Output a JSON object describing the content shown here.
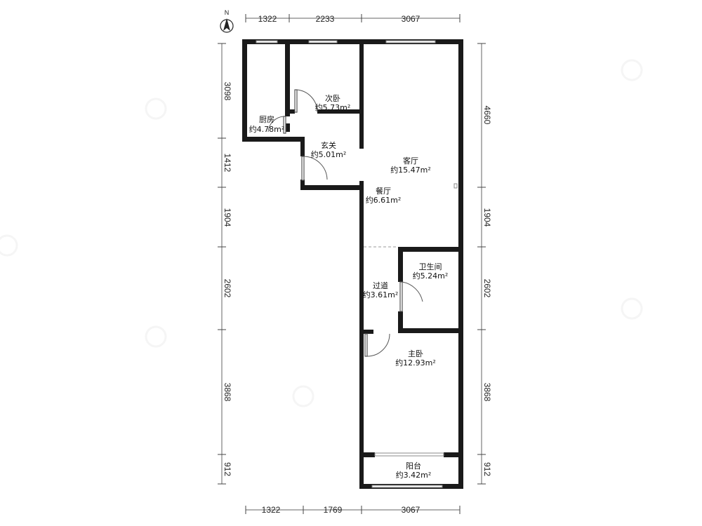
{
  "compass": {
    "label": "N",
    "icon": "north-arrow-icon"
  },
  "dimensions": {
    "top": [
      "1322",
      "2233",
      "3067"
    ],
    "bottom": [
      "1322",
      "1769",
      "3067"
    ],
    "left": [
      "3098",
      "1412",
      "1904",
      "2602",
      "3868",
      "912"
    ],
    "right": [
      "4660",
      "1904",
      "2602",
      "3868",
      "912"
    ]
  },
  "rooms": {
    "kitchen": {
      "name": "厨房",
      "area": "约4.78m²"
    },
    "second_bedroom": {
      "name": "次卧",
      "area": "约5.73m²"
    },
    "entrance": {
      "name": "玄关",
      "area": "约5.01m²"
    },
    "living_room": {
      "name": "客厅",
      "area": "约15.47m²"
    },
    "dining_room": {
      "name": "餐厅",
      "area": "约6.61m²"
    },
    "bathroom": {
      "name": "卫生间",
      "area": "约5.24m²"
    },
    "corridor": {
      "name": "过道",
      "area": "约3.61m²"
    },
    "master_bedroom": {
      "name": "主卧",
      "area": "约12.93m²"
    },
    "balcony": {
      "name": "阳台",
      "area": "约3.42m²"
    }
  }
}
